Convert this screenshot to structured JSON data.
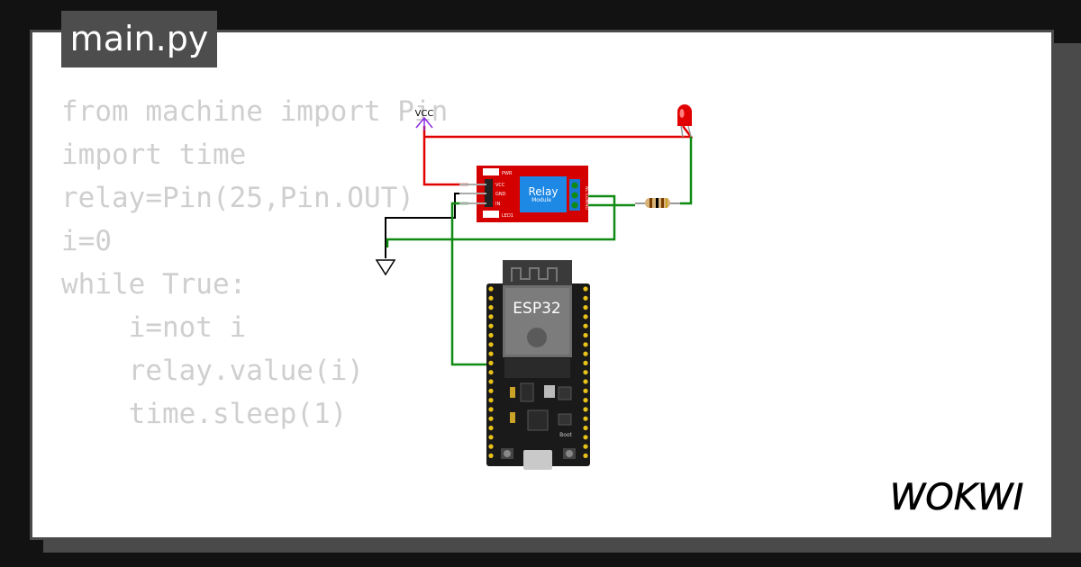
{
  "file_tab": {
    "label": "main.py"
  },
  "code": {
    "lines": [
      "from machine import Pin",
      "import time",
      "relay=Pin(25,Pin.OUT)",
      "i=0",
      "while True:",
      "    i=not i",
      "    relay.value(i)",
      "    time.sleep(1)"
    ]
  },
  "diagram": {
    "vcc_label": "VCC",
    "relay": {
      "title": "Relay",
      "subtitle": "Module",
      "pins": [
        "VCC",
        "GND",
        "IN"
      ],
      "pwr_label": "PWR",
      "led_label": "LED1",
      "output_pins": [
        "NC",
        "COM",
        "NO"
      ]
    },
    "esp32": {
      "label": "ESP32",
      "boot_label": "Boot"
    },
    "colors": {
      "wire_red": "#e00000",
      "wire_green": "#0f8a12",
      "wire_black": "#000000",
      "vcc": "#8a2be2"
    }
  },
  "brand": {
    "logo": "WOKWI"
  }
}
